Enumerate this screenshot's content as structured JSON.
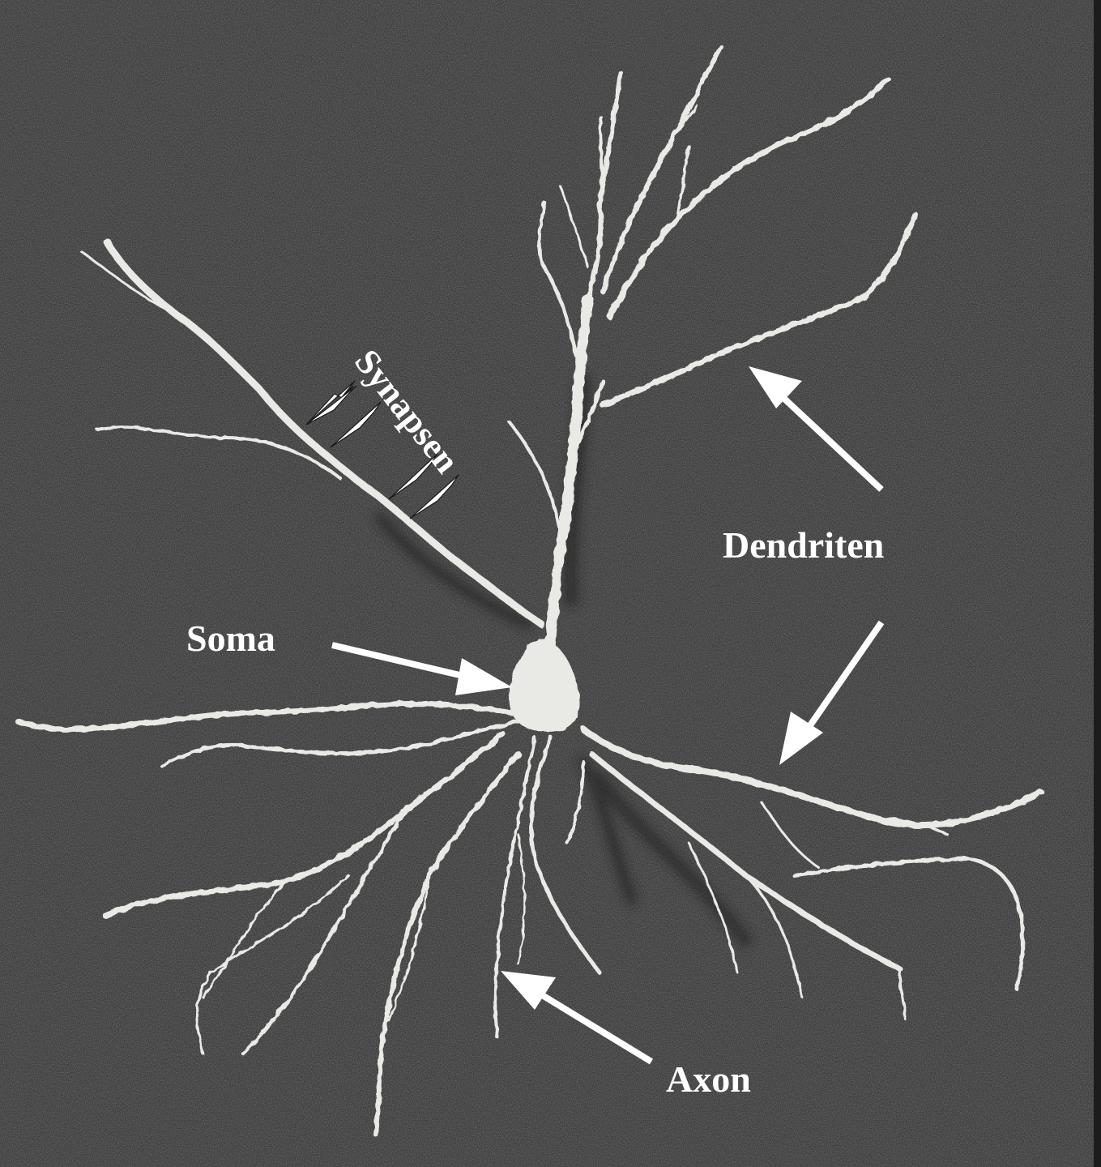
{
  "labels": {
    "synapsen": "Synapsen",
    "dendriten": "Dendriten",
    "soma": "Soma",
    "axon": "Axon"
  },
  "colors": {
    "background": "#3b3b3b",
    "cell": "#e9e9e6",
    "arrow": "#ffffff",
    "text": "#ffffff"
  }
}
